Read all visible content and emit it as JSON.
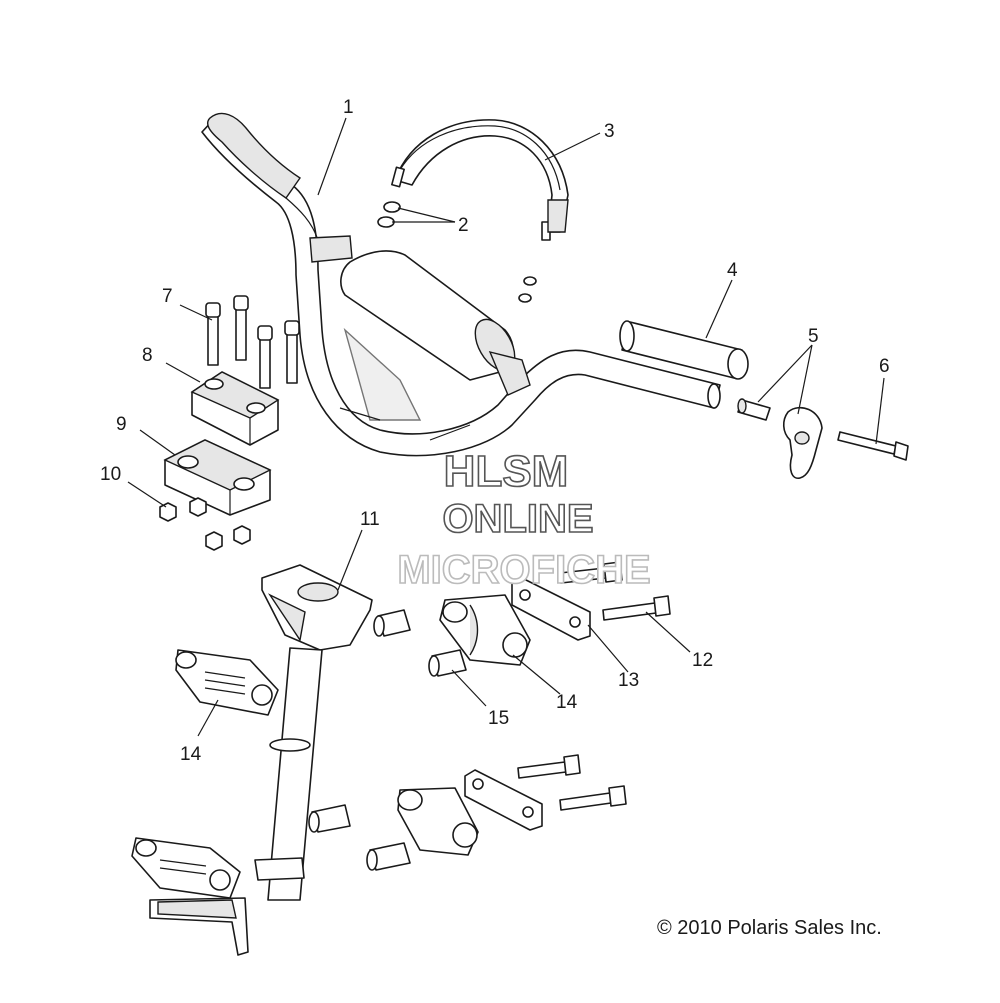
{
  "callouts": [
    "1",
    "2",
    "3",
    "4",
    "5",
    "6",
    "7",
    "8",
    "9",
    "10",
    "11",
    "12",
    "13",
    "14",
    "14",
    "15"
  ],
  "watermark": {
    "line1": "HLSM",
    "line2": "ONLINE",
    "line3": "MICROFICHE",
    "color_dark": "#555555",
    "color_light": "#bbbbbb"
  },
  "copyright": "© 2010 Polaris Sales Inc."
}
